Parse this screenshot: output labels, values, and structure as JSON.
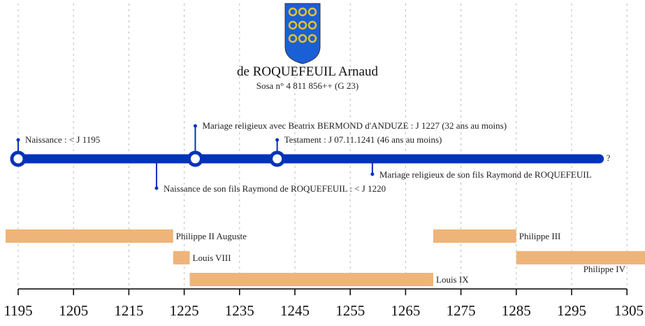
{
  "person": {
    "name": "de ROQUEFEUIL Arnaud",
    "sosa": "Sosa n° 4 811 856++ (G 23)",
    "coat_of_arms": {
      "icon": "coat-of-arms-icon",
      "field_color": "#1a5fd6",
      "charge_color": "#e6c229",
      "rows": 3,
      "cols": 3
    }
  },
  "life_bar": {
    "start_year": 1195,
    "end_year": 1300,
    "color": "#0033bb",
    "end_marker": "?"
  },
  "events": [
    {
      "id": "birth",
      "year": 1195,
      "label": "Naissance : < J 1195",
      "side": "above",
      "circle": true
    },
    {
      "id": "son-birth",
      "year": 1220,
      "label": "Naissance de son fils Raymond de ROQUEFEUIL : < J 1220",
      "side": "below",
      "circle": false
    },
    {
      "id": "marriage",
      "year": 1227,
      "label": "Mariage religieux avec Beatrix BERMOND d'ANDUZE : J 1227 (32 ans au moins)",
      "side": "above",
      "circle": true,
      "tier": 2
    },
    {
      "id": "testament",
      "year": 1241.8,
      "label": "Testament : J 07.11.1241 (46 ans au moins)",
      "side": "above",
      "circle": true
    },
    {
      "id": "son-marriage",
      "year": 1259,
      "label": "Mariage religieux de son fils Raymond de ROQUEFEUIL",
      "side": "below",
      "circle": false
    }
  ],
  "reigns": [
    {
      "name": "Philippe II Auguste",
      "start": 1180,
      "end": 1223,
      "row": 0,
      "label_pos": "right"
    },
    {
      "name": "Louis VIII",
      "start": 1223,
      "end": 1226,
      "row": 1,
      "label_pos": "right"
    },
    {
      "name": "Louis IX",
      "start": 1226,
      "end": 1270,
      "row": 2,
      "label_pos": "right"
    },
    {
      "name": "Philippe III",
      "start": 1270,
      "end": 1285,
      "row": 0,
      "label_pos": "right"
    },
    {
      "name": "Philippe IV",
      "start": 1285,
      "end": 1314,
      "row": 1,
      "label_pos": "below-inside"
    }
  ],
  "reign_color": "#efb47a",
  "axis": {
    "ticks": [
      1195,
      1205,
      1215,
      1225,
      1235,
      1245,
      1255,
      1265,
      1275,
      1285,
      1295,
      1305
    ],
    "range": [
      1195,
      1305
    ],
    "grid": true
  }
}
